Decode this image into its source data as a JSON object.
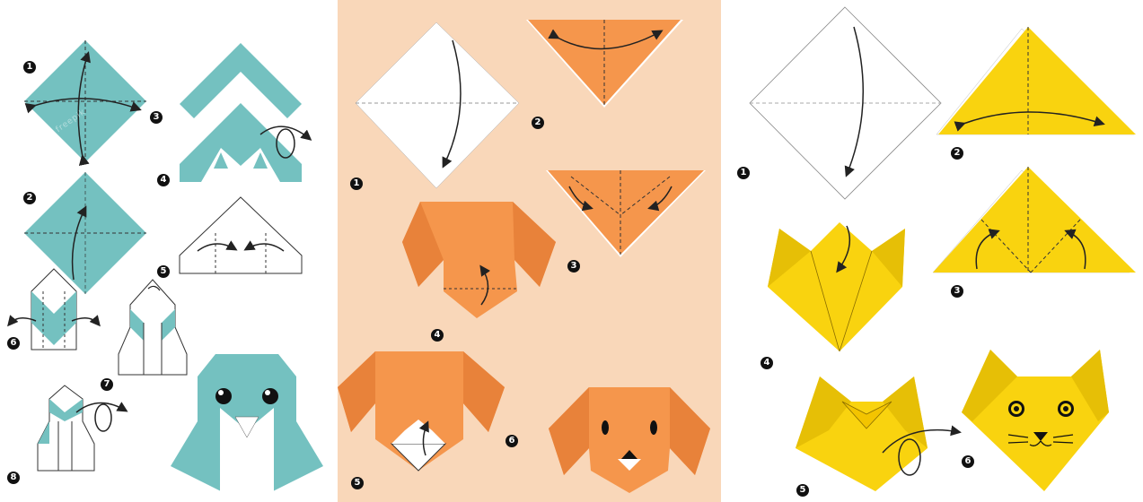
{
  "panels": [
    {
      "name": "penguin",
      "background": "#ffffff",
      "paper_color": "#74c1c0",
      "steps": [
        "1",
        "2",
        "3",
        "4",
        "5",
        "6",
        "7",
        "8"
      ]
    },
    {
      "name": "dog",
      "background": "#f9d7b9",
      "paper_color": "#f5964c",
      "steps": [
        "1",
        "2",
        "3",
        "4",
        "5",
        "6"
      ]
    },
    {
      "name": "cat",
      "background": "#ffffff",
      "paper_color": "#f9d30f",
      "steps": [
        "1",
        "2",
        "3",
        "4",
        "5",
        "6"
      ]
    }
  ],
  "watermark": "freepik"
}
